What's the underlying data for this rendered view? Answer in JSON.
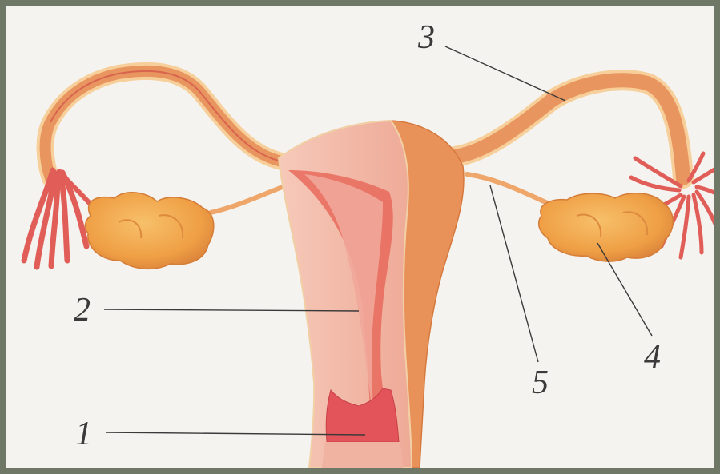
{
  "colors": {
    "frame": "#6f7766",
    "background": "#f5f3ef",
    "uterus_outer": "#e8925a",
    "uterus_inner": "#f3b7a6",
    "endometrium": "#e1605b",
    "ovary": "#f0a24c",
    "tube": "#e9955f",
    "tube_edge": "#f6cf9a",
    "fimbriae": "#e15d57",
    "ink": "#3a3a3a"
  },
  "callouts": [
    {
      "id": "1",
      "label": "1"
    },
    {
      "id": "2",
      "label": "2"
    },
    {
      "id": "3",
      "label": "3"
    },
    {
      "id": "4",
      "label": "4"
    },
    {
      "id": "5",
      "label": "5"
    }
  ]
}
